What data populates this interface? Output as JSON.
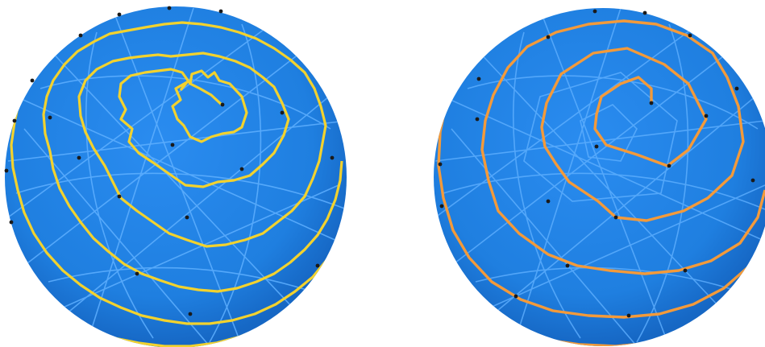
{
  "figure": {
    "panels": [
      {
        "id": "left",
        "subject": "sphere-mesh-with-jagged-spiral-path",
        "path_color": "#f2d22e"
      },
      {
        "id": "right",
        "subject": "sphere-mesh-with-smooth-spiral-path",
        "path_color": "#f39a3a"
      }
    ],
    "colors": {
      "background": "#ffffff",
      "sphere_fill": "#1f7fe0",
      "sphere_shade": "#1667c4",
      "mesh_edge": "#5fb0ff",
      "vertex": "#1a1a1a"
    }
  }
}
